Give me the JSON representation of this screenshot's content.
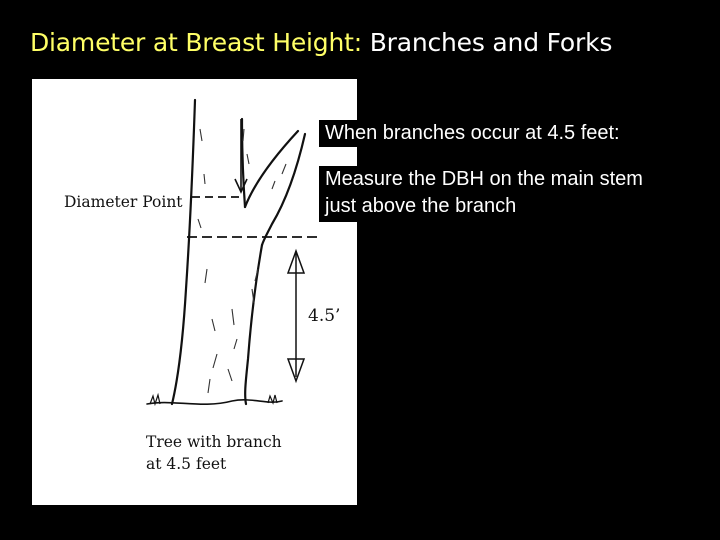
{
  "slide": {
    "title_part1": "Diameter at Breast Height:",
    "title_part2": " Branches and Forks",
    "colors": {
      "background": "#000000",
      "title_accent": "#FFFF66",
      "text": "#FFFFFF"
    }
  },
  "figure": {
    "diameter_label": "Diameter Point",
    "height_label": "4.5’",
    "caption_line1": "Tree with branch",
    "caption_line2": "at 4.5 feet"
  },
  "text_box": {
    "heading": "When branches occur at 4.5 feet:",
    "body": "Measure the DBH on the main stem just above the branch"
  }
}
